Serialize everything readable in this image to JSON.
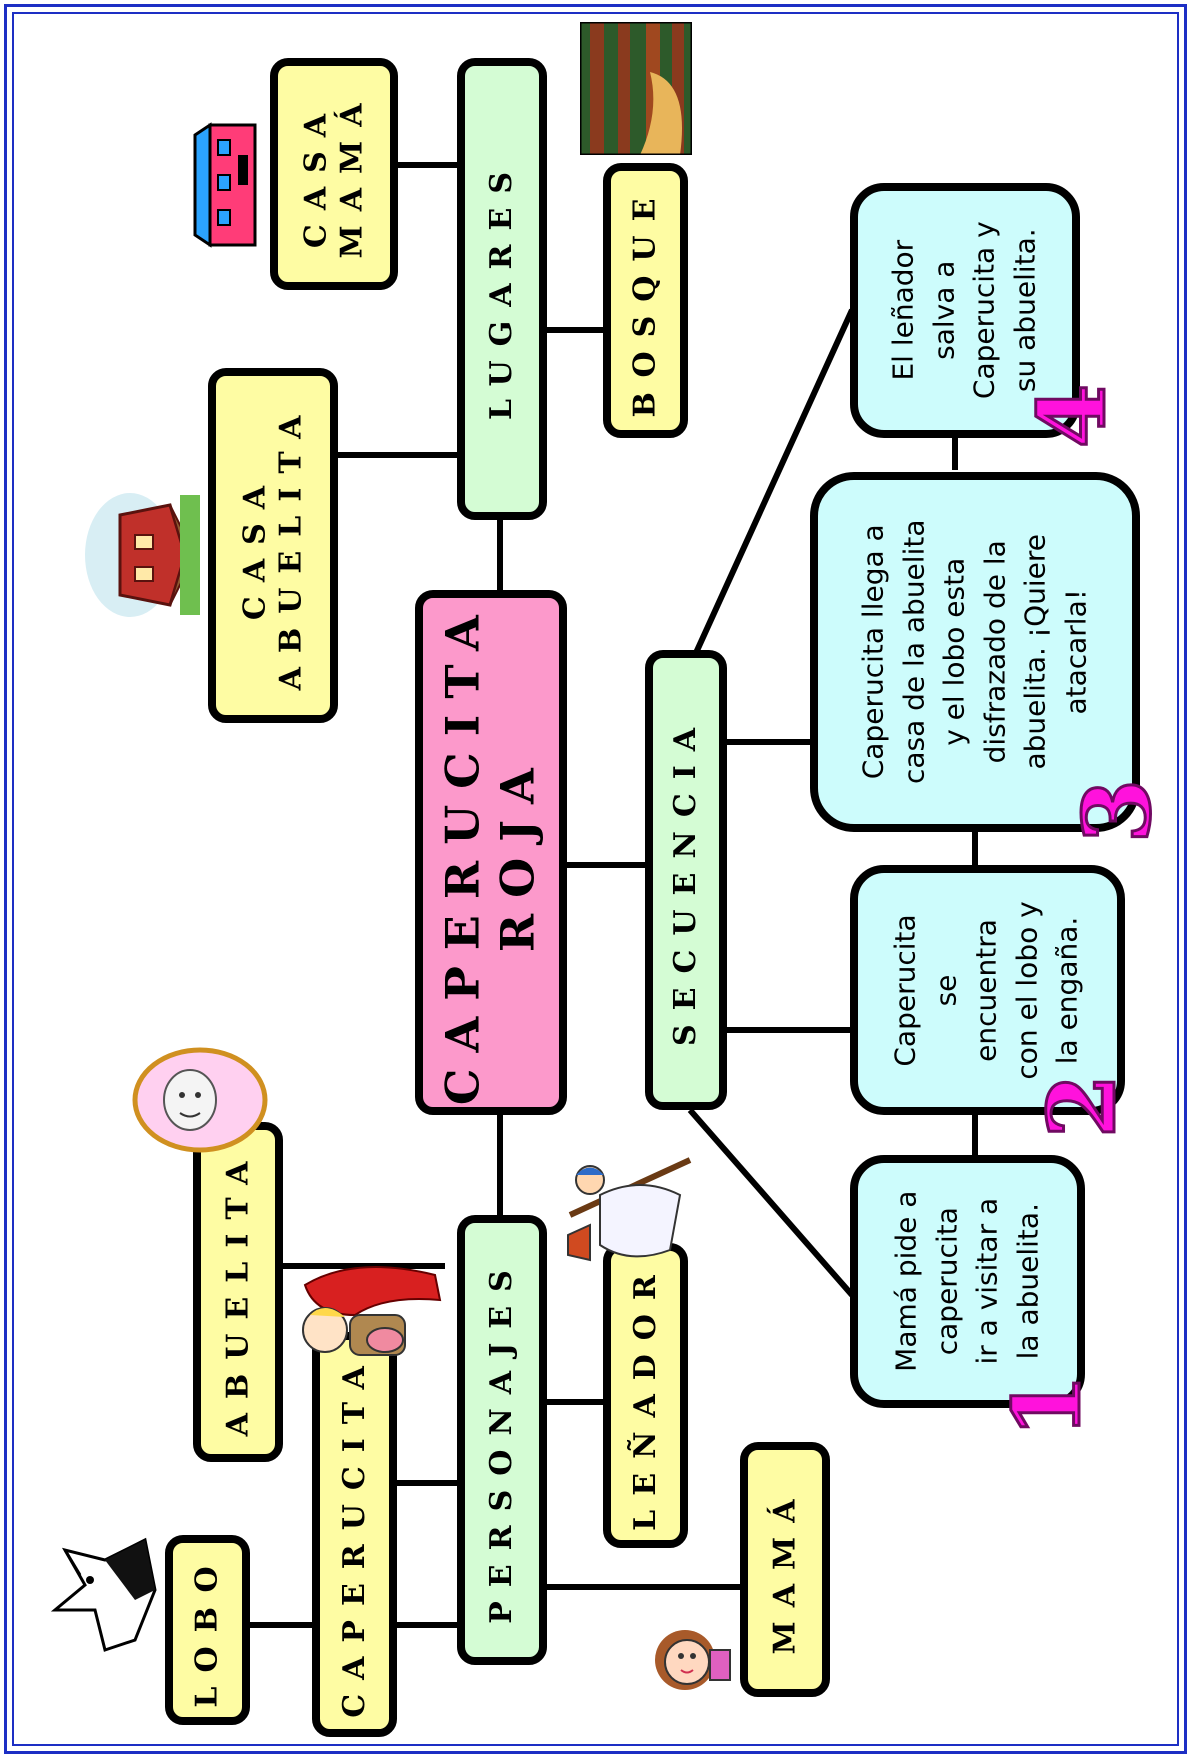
{
  "central": {
    "title": "CAPERUCITA\nROJA"
  },
  "branches": {
    "lugares": {
      "label": "LUGARES"
    },
    "personajes": {
      "label": "PERSONAJES"
    },
    "secuencia": {
      "label": "SECUENCIA"
    }
  },
  "lugares": {
    "casa_mama": "CASA\nMAMÁ",
    "casa_abuelita": "CASA\nABUELITA",
    "bosque": "BOSQUE"
  },
  "personajes": {
    "lobo": "LOBO",
    "caperucita": "CAPERUCITA",
    "abuelita": "ABUELITA",
    "lenador": "LEÑADOR",
    "mama": "MAMÁ"
  },
  "secuencia": {
    "steps": [
      {
        "number": "1",
        "text": "Mamá pide a\ncaperucita\nir a visitar a\nla abuelita."
      },
      {
        "number": "2",
        "text": "Caperucita\nse\nencuentra\ncon el lobo y\nla engaña."
      },
      {
        "number": "3",
        "text": "Caperucita llega a\ncasa de la abuelita\ny el lobo esta\ndisfrazado de la\nabuelita. ¡Quiere\natacarla!"
      },
      {
        "number": "4",
        "text": "El leñador\nsalva a\nCaperucita y\nsu abuelita."
      }
    ]
  },
  "colors": {
    "place_box": "#fefca3",
    "branch_box": "#d4fcd4",
    "central_box": "#fc99cb",
    "story_box": "#cdfcfc",
    "number": "#ff12dc",
    "frame": "#1d2fc4"
  },
  "icons": [
    "house-blue-pink-icon",
    "red-cottage-icon",
    "forest-icon",
    "grandma-portrait-icon",
    "red-riding-hood-icon",
    "wolf-icon",
    "woodcutter-icon",
    "mother-icon"
  ]
}
